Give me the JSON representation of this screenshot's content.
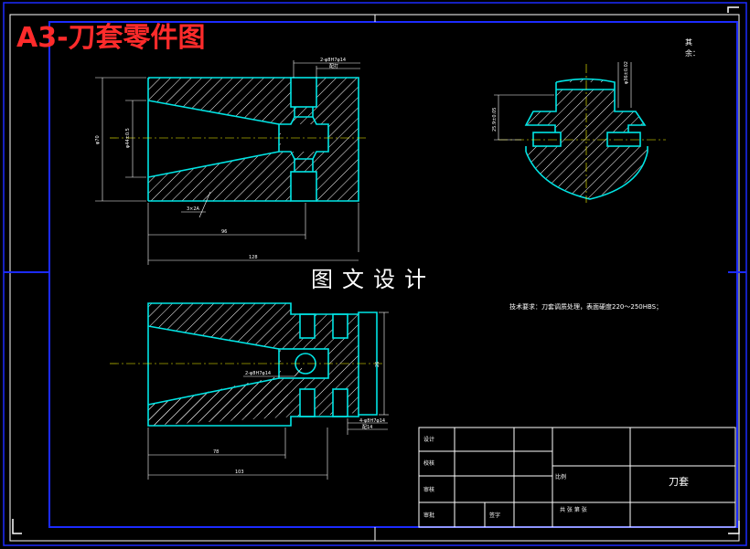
{
  "title": "A3-刀套零件图",
  "center_text": "图文设计",
  "notes": {
    "tech_requirements": "技术要求：刀套调质处理，表面硬度220～250HBS；",
    "roughness_label_line1": "其",
    "roughness_label_line2": "余："
  },
  "dimensions": {
    "top_view": {
      "dia_outer": "φ70",
      "dia_inner": "φ44±0.5",
      "angle": "3×2A",
      "len_96": "96",
      "len_128": "128",
      "hole_label": "2-φ8H7φ14",
      "hole_sub": "配打"
    },
    "bottom_view": {
      "len_78": "78",
      "len_103": "103",
      "dim_26": "26",
      "hole_label": "2-φ8H7φ14",
      "hole_label_2": "4-φ8H7φ14",
      "hole_sub": "配14"
    },
    "right_view": {
      "dim_left": "25.9±0.05",
      "dim_top": "φ36±0.02"
    }
  },
  "title_block": {
    "row1": "设计",
    "row2": "校核",
    "row3": "审核",
    "row4": "审批",
    "row4_extra": "签字",
    "scale": "比例",
    "sheet_info": "共 张 第 张",
    "part_name": "刀套"
  }
}
